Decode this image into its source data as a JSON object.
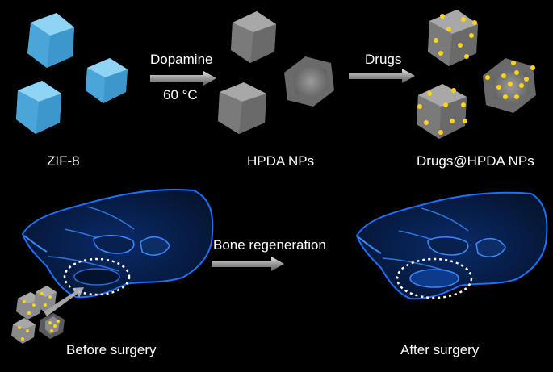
{
  "top": {
    "zif_label": "ZIF-8",
    "step1_top": "Dopamine",
    "step1_bottom": "60 °C",
    "hpda_label": "HPDA NPs",
    "step2_top": "Drugs",
    "drug_label": "Drugs@HPDA NPs"
  },
  "bottom": {
    "middle_label": "Bone regeneration",
    "before_label": "Before surgery",
    "after_label": "After surgery"
  },
  "colors": {
    "zif": "#4fb6e6",
    "hpda": "#8a8a8a",
    "drug_dot": "#ffd21a",
    "skull": "#1e6fff",
    "arrow": "#b0b0b0"
  }
}
